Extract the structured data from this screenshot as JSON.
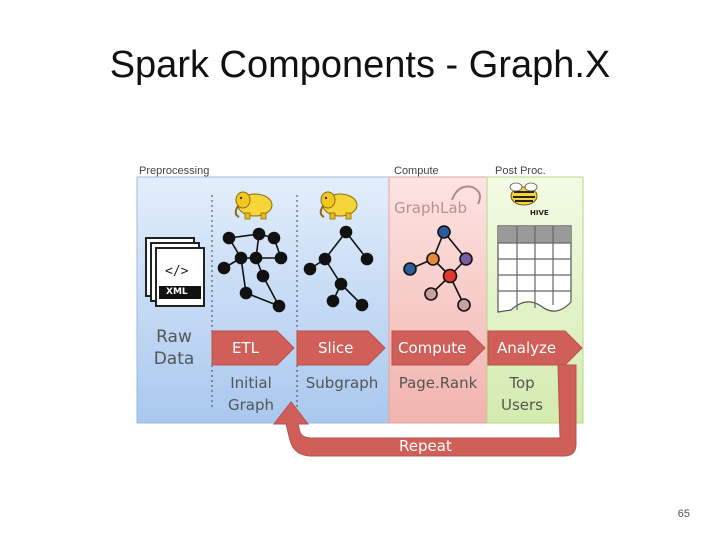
{
  "slide": {
    "title": "Spark Components - Graph.X",
    "page_number": "65"
  },
  "sections": {
    "preprocessing": "Preprocessing",
    "compute": "Compute",
    "post_proc": "Post Proc."
  },
  "logos": {
    "graphlab": "GraphLab",
    "hive": "HIVE"
  },
  "doc_icon": {
    "glyph": "</>",
    "tag": "XML"
  },
  "raw_data": {
    "line1": "Raw",
    "line2": "Data"
  },
  "steps": [
    {
      "label": "ETL",
      "sub1": "Initial",
      "sub2": "Graph"
    },
    {
      "label": "Slice",
      "sub1": "Subgraph",
      "sub2": ""
    },
    {
      "label": "Compute",
      "sub1": "Page.Rank",
      "sub2": ""
    },
    {
      "label": "Analyze",
      "sub1": "Top",
      "sub2": "Users"
    }
  ],
  "repeat_label": "Repeat",
  "colors": {
    "preprocessing_bg": "#cfe0f6",
    "compute_bg": "#f8d2d0",
    "postproc_bg": "#e2f2c8",
    "arrow": "#cf5f58",
    "hadoop_yellow": "#f6d53a"
  }
}
